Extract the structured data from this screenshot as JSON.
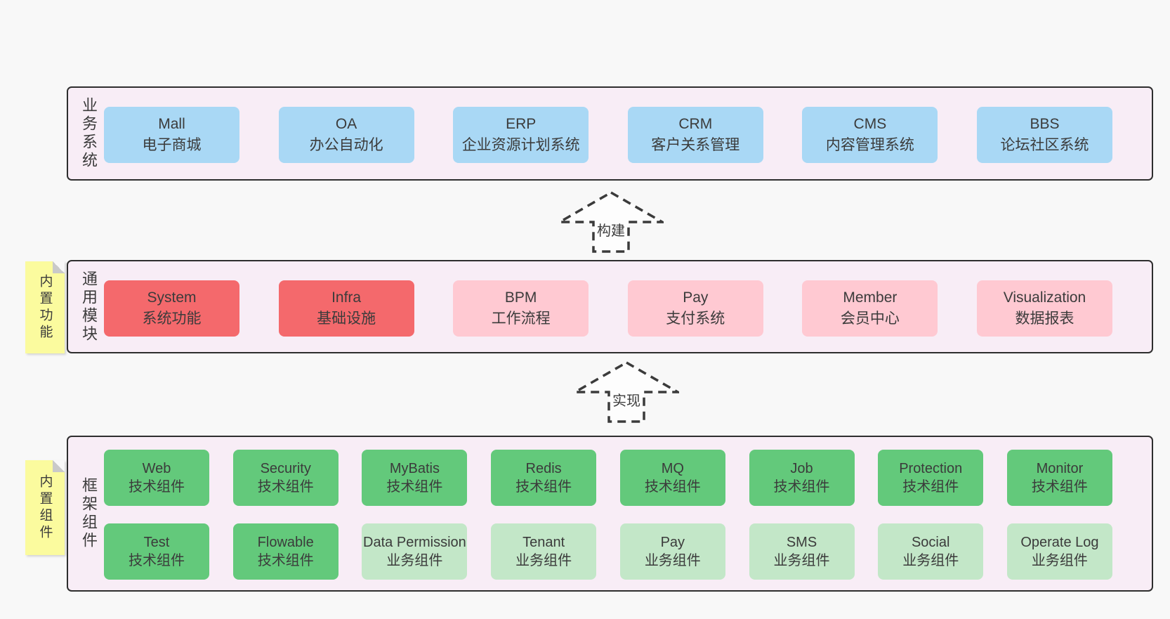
{
  "colors": {
    "page_bg": "#f8f8f8",
    "layer_bg": "#f8edf6",
    "layer_border": "#2e2e2e",
    "blue_box": "#a9d8f5",
    "red_box": "#f4696c",
    "pink_box": "#ffc9d2",
    "green_box": "#63c97b",
    "light_green_box": "#c3e7c8",
    "note_bg": "#fbfb9e",
    "note_fold": "#c9c9c9",
    "text": "#3b3b3b",
    "arrow_fill": "#fdfdfd"
  },
  "arrows": [
    {
      "label": "构建"
    },
    {
      "label": "实现"
    }
  ],
  "layers": [
    {
      "title": "业务系统",
      "boxes": [
        {
          "name": "Mall",
          "subtitle": "电子商城",
          "variant": "blue"
        },
        {
          "name": "OA",
          "subtitle": "办公自动化",
          "variant": "blue"
        },
        {
          "name": "ERP",
          "subtitle": "企业资源计划系统",
          "variant": "blue"
        },
        {
          "name": "CRM",
          "subtitle": "客户关系管理",
          "variant": "blue"
        },
        {
          "name": "CMS",
          "subtitle": "内容管理系统",
          "variant": "blue"
        },
        {
          "name": "BBS",
          "subtitle": "论坛社区系统",
          "variant": "blue"
        }
      ]
    },
    {
      "title": "通用模块",
      "note": "内置功能",
      "boxes": [
        {
          "name": "System",
          "subtitle": "系统功能",
          "variant": "red"
        },
        {
          "name": "Infra",
          "subtitle": "基础设施",
          "variant": "red"
        },
        {
          "name": "BPM",
          "subtitle": "工作流程",
          "variant": "pink"
        },
        {
          "name": "Pay",
          "subtitle": "支付系统",
          "variant": "pink"
        },
        {
          "name": "Member",
          "subtitle": "会员中心",
          "variant": "pink"
        },
        {
          "name": "Visualization",
          "subtitle": "数据报表",
          "variant": "pink"
        }
      ]
    },
    {
      "title": "框架组件",
      "note": "内置组件",
      "rows": [
        [
          {
            "name": "Web",
            "subtitle": "技术组件",
            "variant": "green"
          },
          {
            "name": "Security",
            "subtitle": "技术组件",
            "variant": "green"
          },
          {
            "name": "MyBatis",
            "subtitle": "技术组件",
            "variant": "green"
          },
          {
            "name": "Redis",
            "subtitle": "技术组件",
            "variant": "green"
          },
          {
            "name": "MQ",
            "subtitle": "技术组件",
            "variant": "green"
          },
          {
            "name": "Job",
            "subtitle": "技术组件",
            "variant": "green"
          },
          {
            "name": "Protection",
            "subtitle": "技术组件",
            "variant": "green"
          },
          {
            "name": "Monitor",
            "subtitle": "技术组件",
            "variant": "green"
          }
        ],
        [
          {
            "name": "Test",
            "subtitle": "技术组件",
            "variant": "green"
          },
          {
            "name": "Flowable",
            "subtitle": "技术组件",
            "variant": "green"
          },
          {
            "name": "Data Permission",
            "subtitle": "业务组件",
            "variant": "lightgreen"
          },
          {
            "name": "Tenant",
            "subtitle": "业务组件",
            "variant": "lightgreen"
          },
          {
            "name": "Pay",
            "subtitle": "业务组件",
            "variant": "lightgreen"
          },
          {
            "name": "SMS",
            "subtitle": "业务组件",
            "variant": "lightgreen"
          },
          {
            "name": "Social",
            "subtitle": "业务组件",
            "variant": "lightgreen"
          },
          {
            "name": "Operate Log",
            "subtitle": "业务组件",
            "variant": "lightgreen"
          }
        ]
      ]
    }
  ]
}
